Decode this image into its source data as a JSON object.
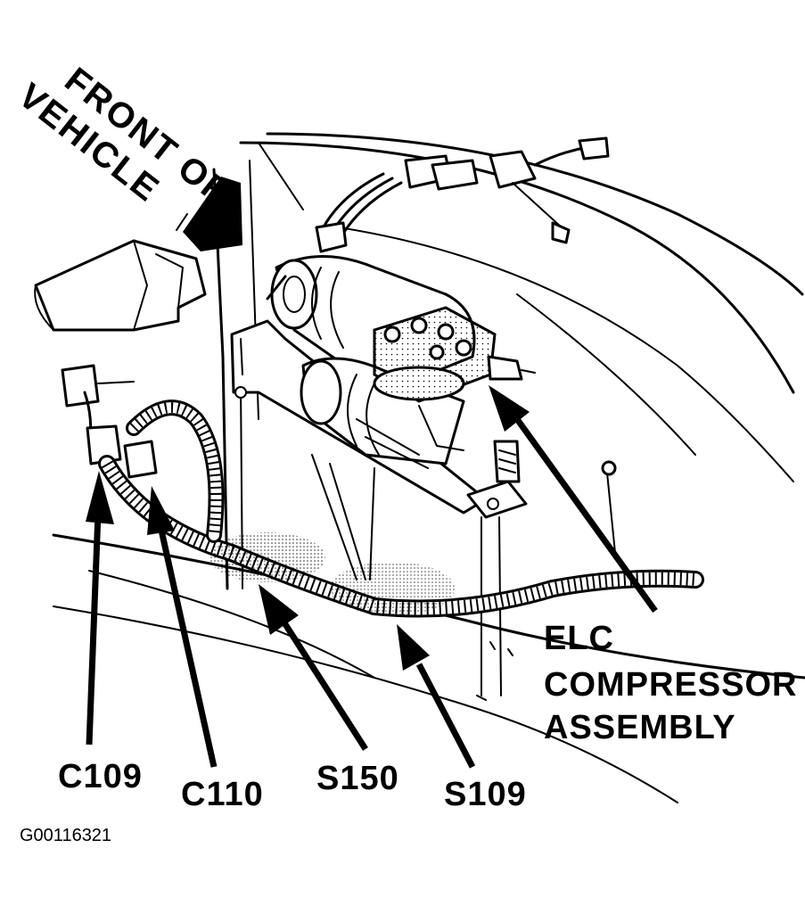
{
  "diagram": {
    "orientation_label": {
      "line1": "FRONT OF",
      "line2": "VEHICLE"
    },
    "component_label": {
      "line1": "ELC",
      "line2": "COMPRESSOR",
      "line3": "ASSEMBLY"
    },
    "callouts": {
      "c109": "C109",
      "c110": "C110",
      "s150": "S150",
      "s109": "S109"
    },
    "figure_id": "G00116321"
  }
}
